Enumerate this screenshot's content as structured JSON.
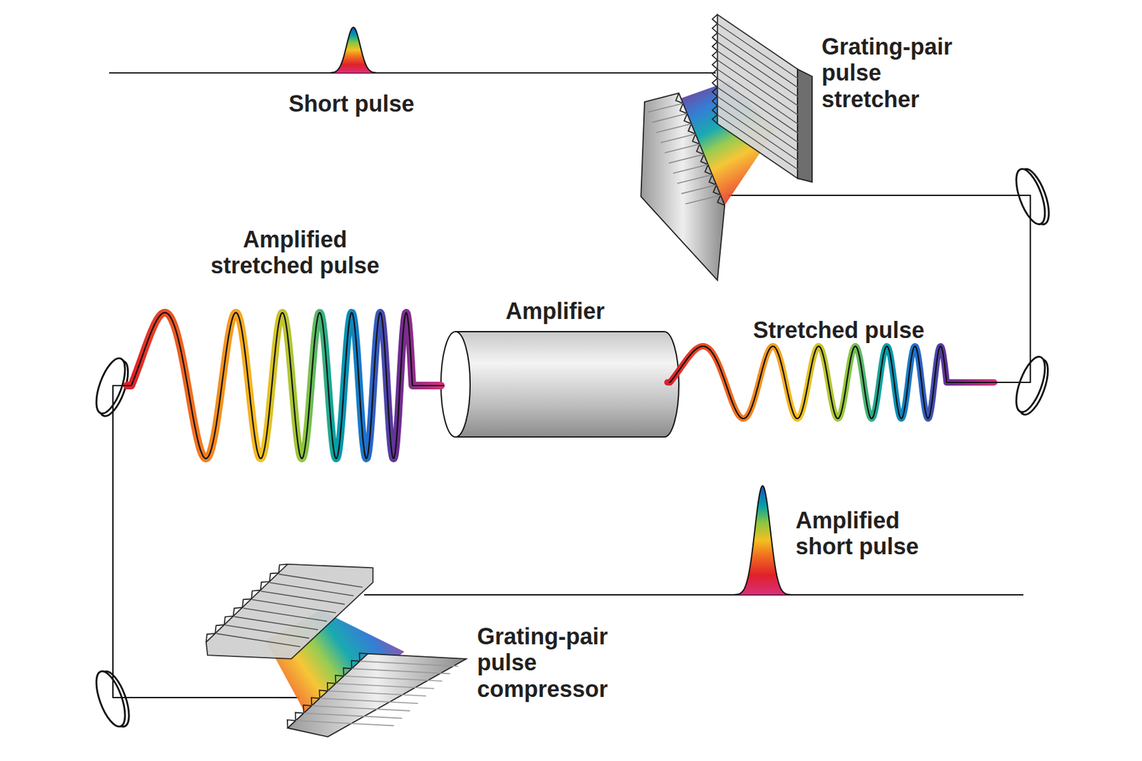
{
  "diagram": {
    "nodes": [
      {
        "text": [
          "Grating-pair pulse stretcher"
        ]
      },
      {
        "text": [
          "Amplifier"
        ]
      },
      {
        "text": [
          "Grating-pair pulse compressor"
        ]
      }
    ],
    "edges": [
      {
        "from": 0,
        "to": 1,
        "arrow": "none"
      },
      {
        "from": 1,
        "to": 2,
        "arrow": "none"
      }
    ],
    "labels": [
      "Short pulse",
      "Amplified stretched pulse",
      "Stretched pulse",
      "Amplified short pulse"
    ]
  }
}
